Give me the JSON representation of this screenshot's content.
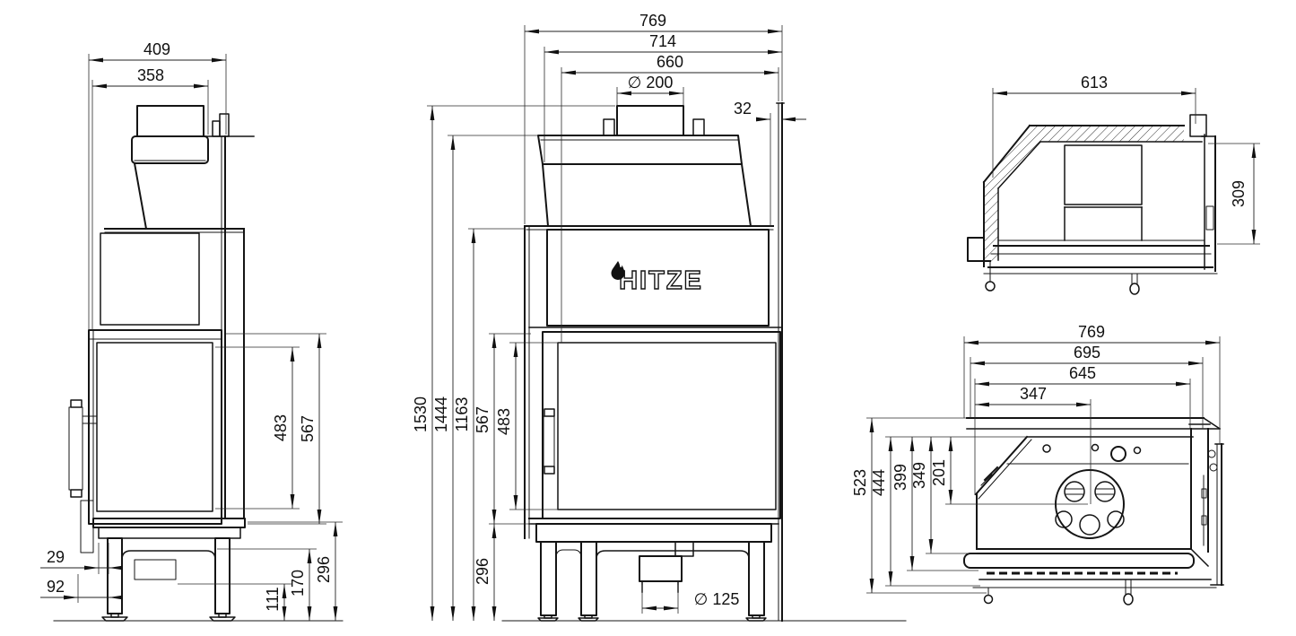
{
  "colors": {
    "background": "#ffffff",
    "line": "#141414"
  },
  "brand": {
    "logo": "HITZE"
  },
  "views": {
    "side": {
      "dims": {
        "overall_depth": "409",
        "hood_depth": "358",
        "glass_height": "483",
        "door_height": "567",
        "base_inset": "29",
        "leg_inset": "92",
        "arch_height": "111",
        "plinth_opening_height": "170",
        "plinth_height": "296"
      }
    },
    "front": {
      "dims": {
        "overall_width": "769",
        "body_width": "714",
        "glass_width": "660",
        "flue_diameter": "∅ 200",
        "rear_offset": "32",
        "overall_height": "1530",
        "hood_height": "1444",
        "body_height": "1163",
        "door_height": "567",
        "glass_height": "483",
        "plinth_height": "296",
        "air_inlet_diameter": "∅ 125"
      }
    },
    "section": {
      "dims": {
        "inner_width": "613",
        "firebox_depth": "309"
      }
    },
    "plan": {
      "dims": {
        "overall_width": "769",
        "body_width": "695",
        "inner_width": "645",
        "flue_center_from_left": "347",
        "overall_depth": "523",
        "front_frame_depth": "444",
        "front_bar_depth": "399",
        "plate_depth": "349",
        "flue_center_from_back": "201"
      }
    }
  }
}
